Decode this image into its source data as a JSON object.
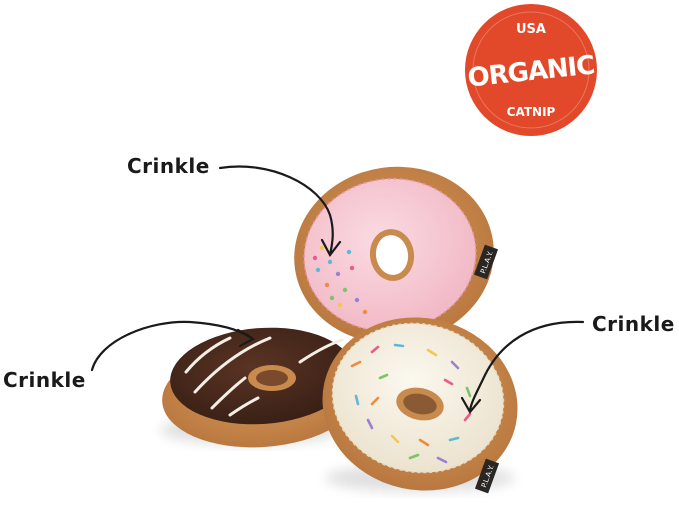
{
  "badge": {
    "top": "USA",
    "main": "ORGANIC",
    "bottom": "CATNIP",
    "color": "#e2492a"
  },
  "callouts": {
    "top_label": "Crinkle",
    "right_label": "Crinkle",
    "left_label": "Crinkle"
  },
  "tag_text": "P.L.A.Y.",
  "colors": {
    "crust": "#c98a4e",
    "pink_icing": "#f6c9d3",
    "chocolate": "#4a2a1c",
    "vanilla": "#f6f1e4"
  }
}
